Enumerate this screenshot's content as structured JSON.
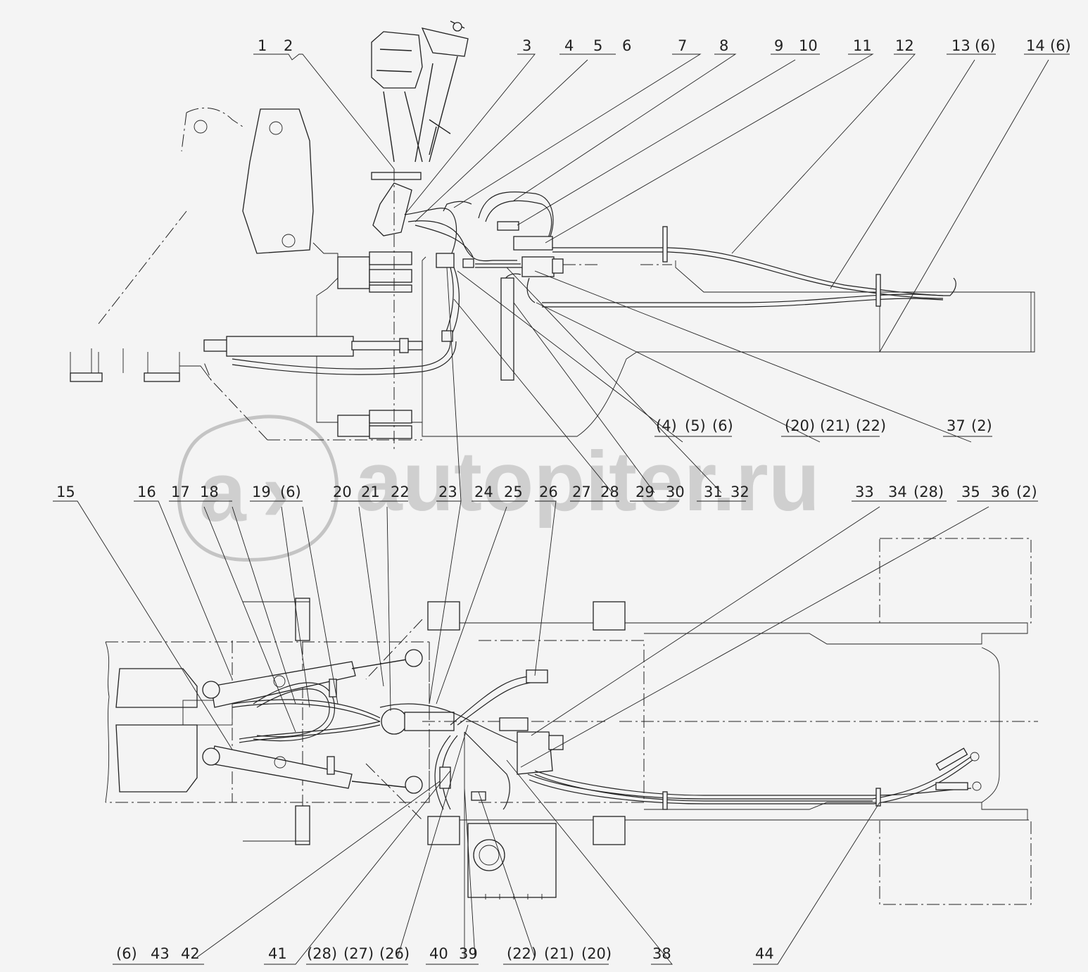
{
  "watermark": {
    "text": "autopiter.ru",
    "logo_letter": "a",
    "logo_arrow": "›"
  },
  "top_labels": [
    {
      "id": "tl-1",
      "text": "1"
    },
    {
      "id": "tl-2",
      "text": "2"
    },
    {
      "id": "tl-3",
      "text": "3"
    },
    {
      "id": "tl-4",
      "text": "4"
    },
    {
      "id": "tl-5",
      "text": "5"
    },
    {
      "id": "tl-6",
      "text": "6"
    },
    {
      "id": "tl-7",
      "text": "7"
    },
    {
      "id": "tl-8",
      "text": "8"
    },
    {
      "id": "tl-9",
      "text": "9"
    },
    {
      "id": "tl-10",
      "text": "10"
    },
    {
      "id": "tl-11",
      "text": "11"
    },
    {
      "id": "tl-12",
      "text": "12"
    },
    {
      "id": "tl-13",
      "text": "13"
    },
    {
      "id": "tl-13b",
      "text": "(6)"
    },
    {
      "id": "tl-14",
      "text": "14"
    },
    {
      "id": "tl-14b",
      "text": "(6)"
    }
  ],
  "mid_right_labels": [
    {
      "id": "mr-4",
      "text": "(4)"
    },
    {
      "id": "mr-5",
      "text": "(5)"
    },
    {
      "id": "mr-6",
      "text": "(6)"
    },
    {
      "id": "mr-20",
      "text": "(20)"
    },
    {
      "id": "mr-21",
      "text": "(21)"
    },
    {
      "id": "mr-22",
      "text": "(22)"
    },
    {
      "id": "mr-37",
      "text": "37"
    },
    {
      "id": "mr-37b",
      "text": "(2)"
    }
  ],
  "middle_labels": [
    {
      "id": "ml-15",
      "text": "15"
    },
    {
      "id": "ml-16",
      "text": "16"
    },
    {
      "id": "ml-17",
      "text": "17"
    },
    {
      "id": "ml-18",
      "text": "18"
    },
    {
      "id": "ml-19",
      "text": "19"
    },
    {
      "id": "ml-19b",
      "text": "(6)"
    },
    {
      "id": "ml-20",
      "text": "20"
    },
    {
      "id": "ml-21",
      "text": "21"
    },
    {
      "id": "ml-22",
      "text": "22"
    },
    {
      "id": "ml-23",
      "text": "23"
    },
    {
      "id": "ml-24",
      "text": "24"
    },
    {
      "id": "ml-25",
      "text": "25"
    },
    {
      "id": "ml-26",
      "text": "26"
    },
    {
      "id": "ml-27",
      "text": "27"
    },
    {
      "id": "ml-28",
      "text": "28"
    },
    {
      "id": "ml-29",
      "text": "29"
    },
    {
      "id": "ml-30",
      "text": "30"
    },
    {
      "id": "ml-31",
      "text": "31"
    },
    {
      "id": "ml-32",
      "text": "32"
    },
    {
      "id": "ml-33",
      "text": "33"
    },
    {
      "id": "ml-34",
      "text": "34"
    },
    {
      "id": "ml-34b",
      "text": "(28)"
    },
    {
      "id": "ml-35",
      "text": "35"
    },
    {
      "id": "ml-36",
      "text": "36"
    },
    {
      "id": "ml-36b",
      "text": "(2)"
    }
  ],
  "bottom_labels": [
    {
      "id": "bl-6",
      "text": "(6)"
    },
    {
      "id": "bl-43",
      "text": "43"
    },
    {
      "id": "bl-42",
      "text": "42"
    },
    {
      "id": "bl-41",
      "text": "41"
    },
    {
      "id": "bl-28",
      "text": "(28)"
    },
    {
      "id": "bl-27",
      "text": "(27)"
    },
    {
      "id": "bl-26",
      "text": "(26)"
    },
    {
      "id": "bl-40",
      "text": "40"
    },
    {
      "id": "bl-39",
      "text": "39"
    },
    {
      "id": "bl-22",
      "text": "(22)"
    },
    {
      "id": "bl-21",
      "text": "(21)"
    },
    {
      "id": "bl-20",
      "text": "(20)"
    },
    {
      "id": "bl-38",
      "text": "38"
    },
    {
      "id": "bl-44",
      "text": "44"
    }
  ]
}
